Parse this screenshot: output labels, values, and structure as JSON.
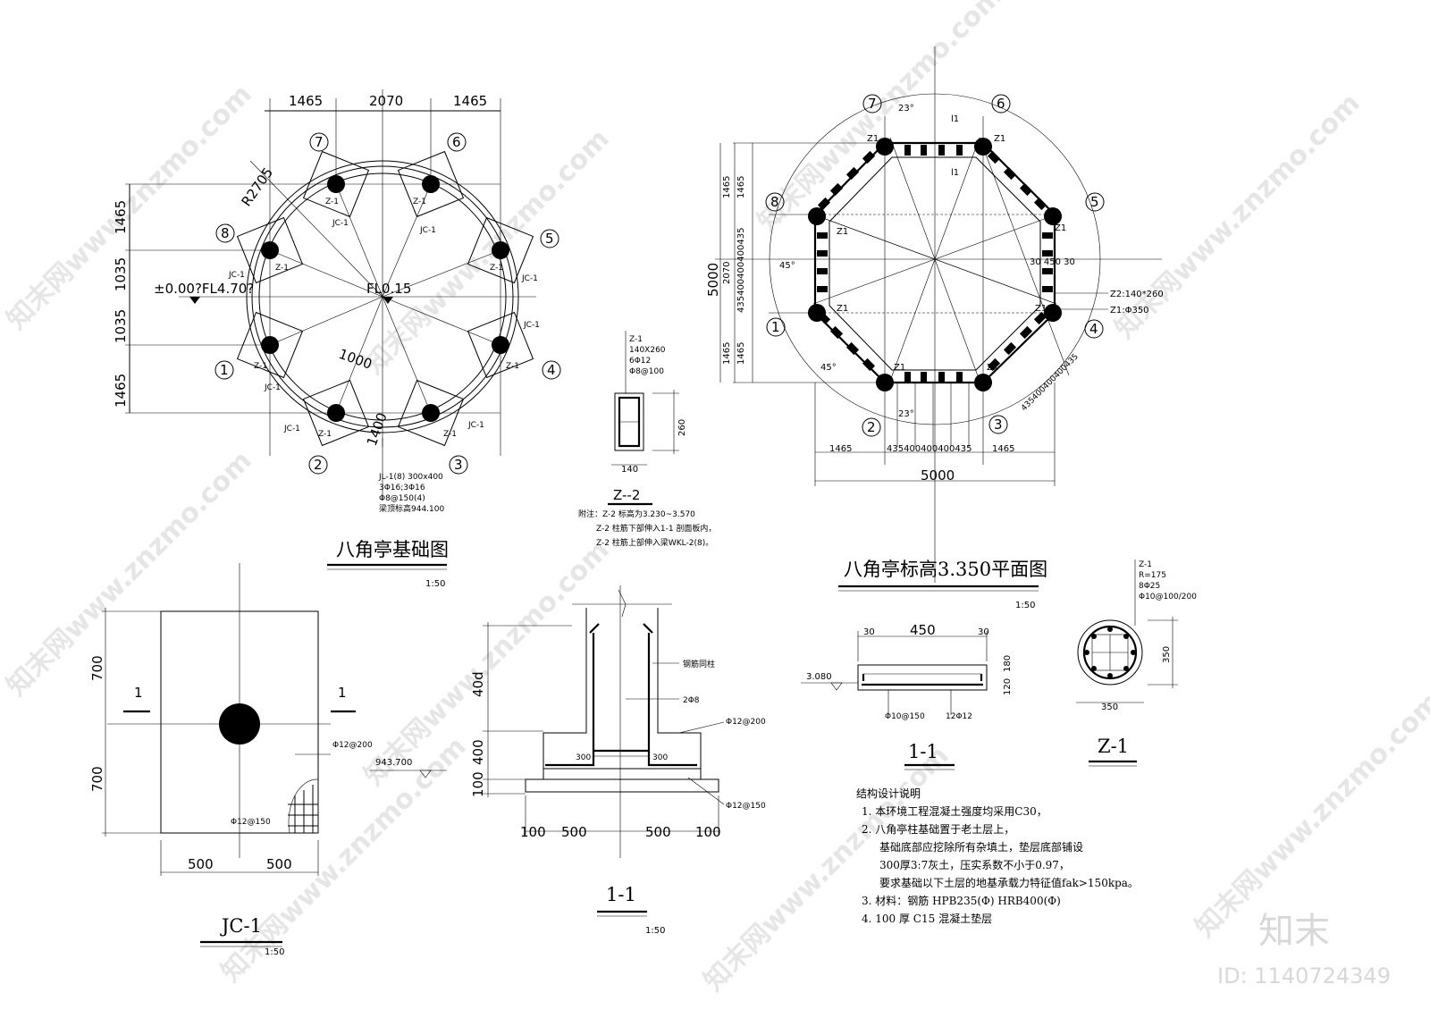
{
  "watermark": {
    "text": "知末网www.znzmo.com",
    "brand": "知末",
    "id": "ID: 1140724349"
  },
  "foundation_plan": {
    "title": "八角亭基础图",
    "scale": "1:50",
    "dims_top": [
      "1465",
      "2070",
      "1465"
    ],
    "dims_left": [
      "1465",
      "1035",
      "1035",
      "1465"
    ],
    "radius": "R2705",
    "level_left": "±0.00?FL4.70?",
    "level_center": "FL0.15",
    "dim_1000": "1000",
    "dim_1400": "1400",
    "beam_note": [
      "JL-1(8) 300x400",
      "3Φ16;3Φ16",
      "Φ8@150(4)",
      "梁顶标高944.100"
    ],
    "axes": [
      "1",
      "2",
      "3",
      "4",
      "5",
      "6",
      "7",
      "8"
    ],
    "col_label": "Z-1",
    "found_label": "JC-1"
  },
  "z2_detail": {
    "header": [
      "Z-1",
      "140X260",
      "6Φ12",
      "Φ8@100"
    ],
    "dim_260": "260",
    "dim_140": "140",
    "label": "Z--2",
    "notes": [
      "附注：Z-2  标高为3.230~3.570",
      "Z-2  柱筋下部伸入1-1 剖面板内，",
      "Z-2  柱筋上部伸入梁WKL-2(8)。"
    ]
  },
  "roof_plan": {
    "title": "八角亭标高3.350平面图",
    "scale": "1:50",
    "dim_5000": "5000",
    "left_dims": [
      "1465",
      "435400400400435",
      "1465"
    ],
    "left_total": "2070",
    "bottom_dims": [
      "1465",
      "435400400400435",
      "1465"
    ],
    "angle_23": "23°",
    "angle_45": "45°",
    "beam_label": "l1",
    "col_label": "Z1",
    "right_note": "30 450 30",
    "z2": "Z2:140*260",
    "z1": "Z1:Φ350",
    "diag_dims": "435400400400435",
    "axes": [
      "1",
      "2",
      "3",
      "4",
      "5",
      "6",
      "7",
      "8"
    ]
  },
  "jc1": {
    "label": "JC-1",
    "scale": "1:50",
    "dim_700a": "700",
    "dim_700b": "700",
    "dim_500a": "500",
    "dim_500b": "500",
    "sec": "1",
    "rebar1": "Φ12@200",
    "rebar2": "Φ12@150"
  },
  "section11": {
    "label": "1-1",
    "scale": "1:50",
    "dims_left": [
      "40d",
      "400",
      "100"
    ],
    "dims_bottom": [
      "100",
      "500",
      "500",
      "100"
    ],
    "level": "943.700",
    "note1": "钢筋同柱",
    "note2": "2Φ8",
    "note3": "Φ12@200",
    "note4": "Φ12@150",
    "hook": "300"
  },
  "slab11": {
    "label": "1-1",
    "level": "3.080",
    "dims": [
      "30",
      "450",
      "30"
    ],
    "height": [
      "120",
      "180"
    ],
    "rebar1": "Φ10@150",
    "rebar2": "12Φ12"
  },
  "z1_detail": {
    "label": "Z-1",
    "header": [
      "Z-1",
      "R=175",
      "8Φ25",
      "Φ10@100/200"
    ],
    "dim_350a": "350",
    "dim_350b": "350"
  },
  "notes": {
    "title": "结构设计说明",
    "items": [
      "1. 本环境工程混凝土强度均采用C30，",
      "2. 八角亭柱基础置于老土层上，",
      "基础底部应挖除所有杂填土，垫层底部铺设",
      "300厚3:7灰土，压实系数不小于0.97，",
      "要求基础以下土层的地基承载力特征值fak>150kpa。",
      "3. 材料：钢筋 HPB235(Φ)   HRB400(Φ)",
      "4. 100 厚 C15 混凝土垫层"
    ]
  }
}
